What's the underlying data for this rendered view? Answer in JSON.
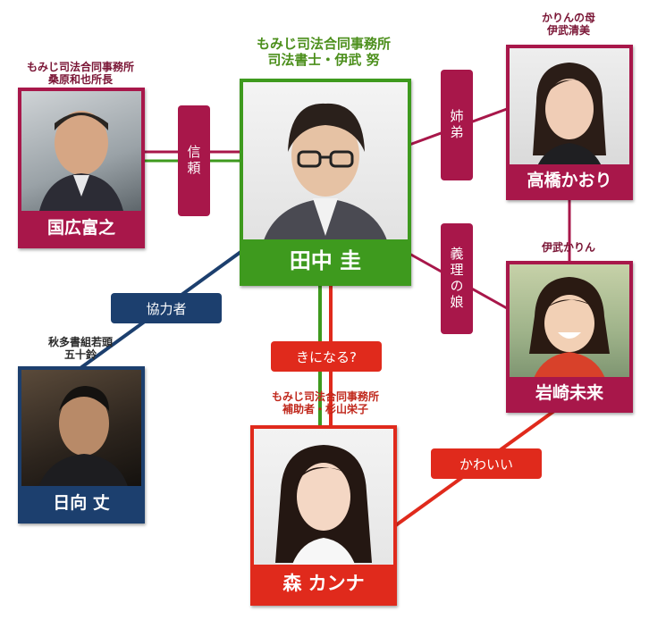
{
  "colors": {
    "wine": "#a8174a",
    "green": "#3e9a1e",
    "navy": "#1c3f6e",
    "red": "#e02a1c"
  },
  "people": {
    "kunihiro": {
      "caption_line1": "もみじ司法合同事務所",
      "caption_line2": "桑原和也所長",
      "name": "国広富之"
    },
    "tanaka": {
      "caption_line1": "もみじ司法合同事務所",
      "caption_line2": "司法書士・伊武 努",
      "name": "田中 圭"
    },
    "takahashi": {
      "caption_line1": "かりんの母",
      "caption_line2": "伊武清美",
      "name": "高橋かおり"
    },
    "iwasaki": {
      "caption_line1": "伊武かりん",
      "name": "岩崎未来"
    },
    "hinata": {
      "caption_line1": "秋多書組若頭",
      "caption_line2": "五十鈴",
      "name": "日向 丈"
    },
    "mori": {
      "caption_line1": "もみじ司法合同事務所",
      "caption_line2": "補助者・杉山栄子",
      "name": "森 カンナ"
    }
  },
  "relations": {
    "trust": "信頼",
    "siblings": "姉弟",
    "step_daughter": "義理の娘",
    "cooperator": "協力者",
    "curious": "きになる?",
    "cute": "かわいい"
  }
}
